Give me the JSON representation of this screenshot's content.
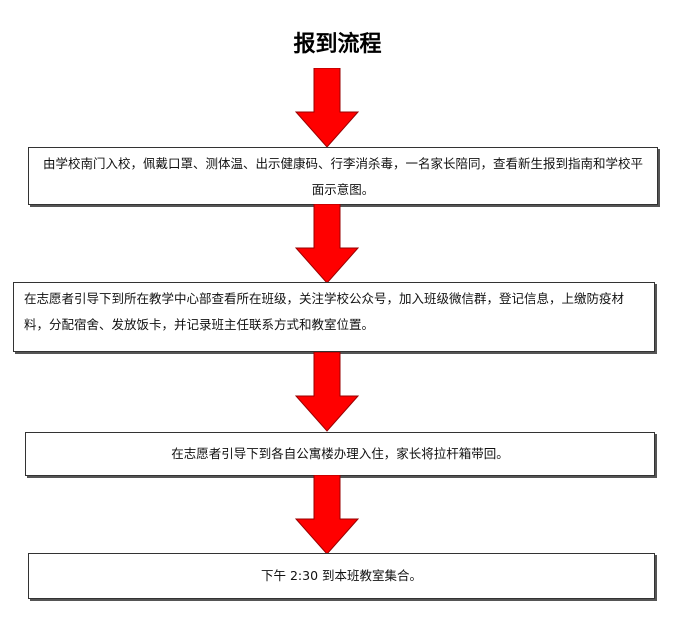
{
  "title": "报到流程",
  "steps": [
    {
      "text": "由学校南门入校，佩戴口罩、测体温、出示健康码、行李消杀毒，一名家长陪同，查看新生报到指南和学校平面示意图。"
    },
    {
      "text": "在志愿者引导下到所在教学中心部查看所在班级，关注学校公众号，加入班级微信群，登记信息，上缴防疫材料，分配宿舍、发放饭卡，并记录班主任联系方式和教室位置。"
    },
    {
      "text": "在志愿者引导下到各自公寓楼办理入住，家长将拉杆箱带回。"
    },
    {
      "text": "下午 2:30 到本班教室集合。"
    }
  ],
  "colors": {
    "arrow": "#ff0000",
    "arrow_outline": "#990000"
  }
}
